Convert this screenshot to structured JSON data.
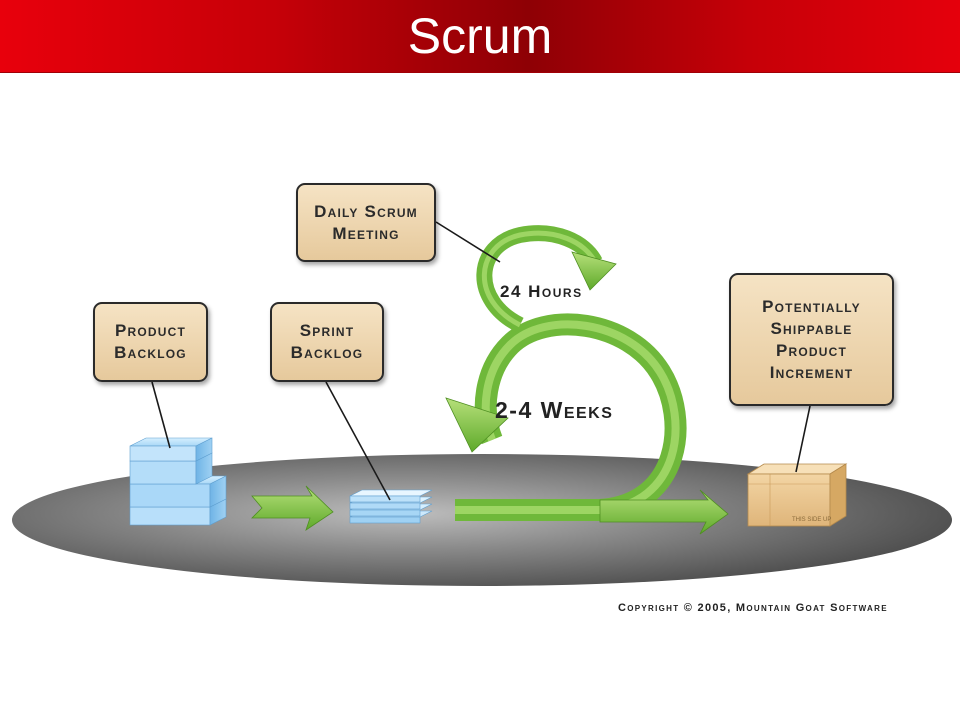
{
  "slide": {
    "title": "Scrum",
    "colors": {
      "title_red": "#c70008",
      "callout_fill": "#efd8b4",
      "arrow_green": "#7cc242",
      "backlog_blue": "#9fd1f3",
      "platform_gray": "#6b6b6b"
    }
  },
  "diagram": {
    "callouts": {
      "daily_scrum": "Daily Scrum\nMeeting",
      "product_backlog": "Product\nBacklog",
      "sprint_backlog": "Sprint\nBacklog",
      "increment": "Potentially\nShippable\nProduct\nIncrement"
    },
    "cycle_labels": {
      "daily": "24 Hours",
      "sprint": "2-4 Weeks"
    },
    "box_label": "THIS SIDE UP"
  },
  "footer": {
    "copyright": "Copyright © 2005, Mountain Goat Software"
  }
}
